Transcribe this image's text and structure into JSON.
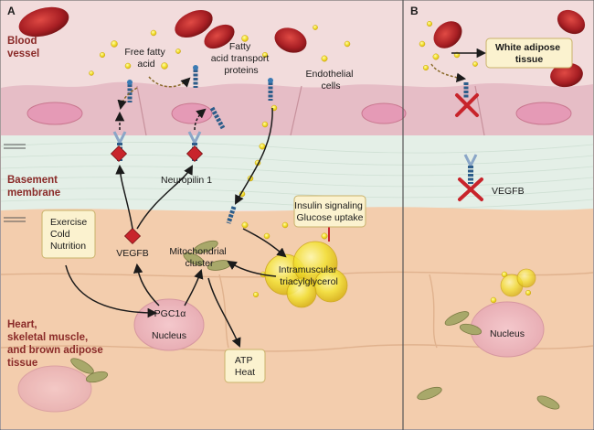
{
  "panels": {
    "a": "A",
    "b": "B"
  },
  "side_labels": {
    "blood_vessel": [
      "Blood",
      "vessel"
    ],
    "basement_membrane": [
      "Basement",
      "membrane"
    ],
    "tissue": [
      "Heart,",
      "skeletal muscle,",
      "and brown adipose",
      "tissue"
    ]
  },
  "labels": {
    "free_fatty_acid": [
      "Free fatty",
      "acid"
    ],
    "fatty_acid_transport_proteins": [
      "Fatty",
      "acid transport",
      "proteins"
    ],
    "endothelial_cells": [
      "Endothelial",
      "cells"
    ],
    "neuropilin": "Neuropilin 1",
    "stimuli": [
      "Exercise",
      "Cold",
      "Nutrition"
    ],
    "vegfb": "VEGFB",
    "mitochondrial_cluster": [
      "Mitochondrial",
      "cluster"
    ],
    "pgc1a": "PGC1α",
    "nucleus": "Nucleus",
    "insulin": [
      "Insulin signaling",
      "Glucose uptake"
    ],
    "imtg": [
      "Intramuscular",
      "triacylglycerol"
    ],
    "atp_heat": [
      "ATP",
      "Heat"
    ],
    "white_adipose": [
      "White adipose",
      "tissue"
    ],
    "vegfb_b": "VEGFB",
    "nucleus_b": "Nucleus"
  },
  "colors": {
    "plasma": "#f1dede",
    "endothelium": "#e8c4cc",
    "membrane": "#e6f1ea",
    "tissue": "#f4cfb0",
    "rbc": "#a81f24",
    "lipid": "#f2e02c",
    "callout": "#fbf2cf",
    "inhibit": "#c8242b"
  }
}
